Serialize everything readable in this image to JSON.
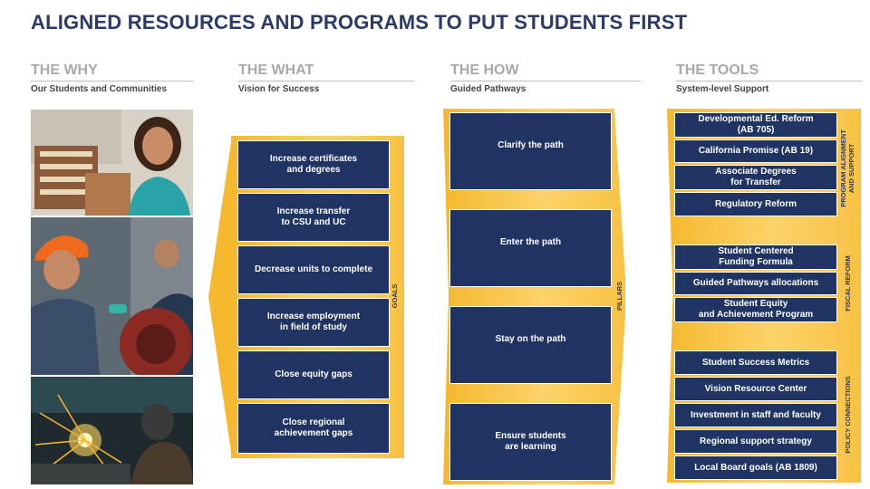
{
  "title": "ALIGNED RESOURCES AND PROGRAMS TO PUT STUDENTS FIRST",
  "columns": [
    {
      "heading": "THE WHY",
      "subheading": "Our Students and Communities"
    },
    {
      "heading": "THE WHAT",
      "subheading": "Vision for Success"
    },
    {
      "heading": "THE HOW",
      "subheading": "Guided Pathways"
    },
    {
      "heading": "THE TOOLS",
      "subheading": "System-level Support"
    }
  ],
  "goals": {
    "label": "GOALS",
    "items": [
      "Increase certificates\nand degrees",
      "Increase transfer\nto CSU and UC",
      "Decrease units to complete",
      "Increase employment\nin field of study",
      "Close equity gaps",
      "Close regional\nachievement gaps"
    ]
  },
  "pillars": {
    "label": "PILLARS",
    "items": [
      "Clarify the path",
      "Enter the path",
      "Stay on the path",
      "Ensure students\nare learning"
    ]
  },
  "tools": {
    "groups": [
      {
        "label": "PROGRAM ALIGNMENT\nAND SUPPORT",
        "items": [
          "Developmental Ed. Reform\n(AB 705)",
          "California Promise (AB 19)",
          "Associate Degrees\nfor Transfer",
          "Regulatory Reform"
        ]
      },
      {
        "label": "FISCAL REFORM",
        "items": [
          "Student Centered\nFunding Formula",
          "Guided Pathways allocations",
          "Student Equity\nand Achievement Program"
        ]
      },
      {
        "label": "POLICY CONNECTIONS",
        "items": [
          "Student Success Metrics",
          "Vision Resource Center",
          "Investment in staff and faculty",
          "Regional support strategy",
          "Local Board goals (AB 1809)"
        ]
      }
    ]
  },
  "colors": {
    "navy": "#1f3462",
    "gold": "#f7c244",
    "heading_gray": "#a9a9a9",
    "title_navy": "#2b3a67"
  }
}
